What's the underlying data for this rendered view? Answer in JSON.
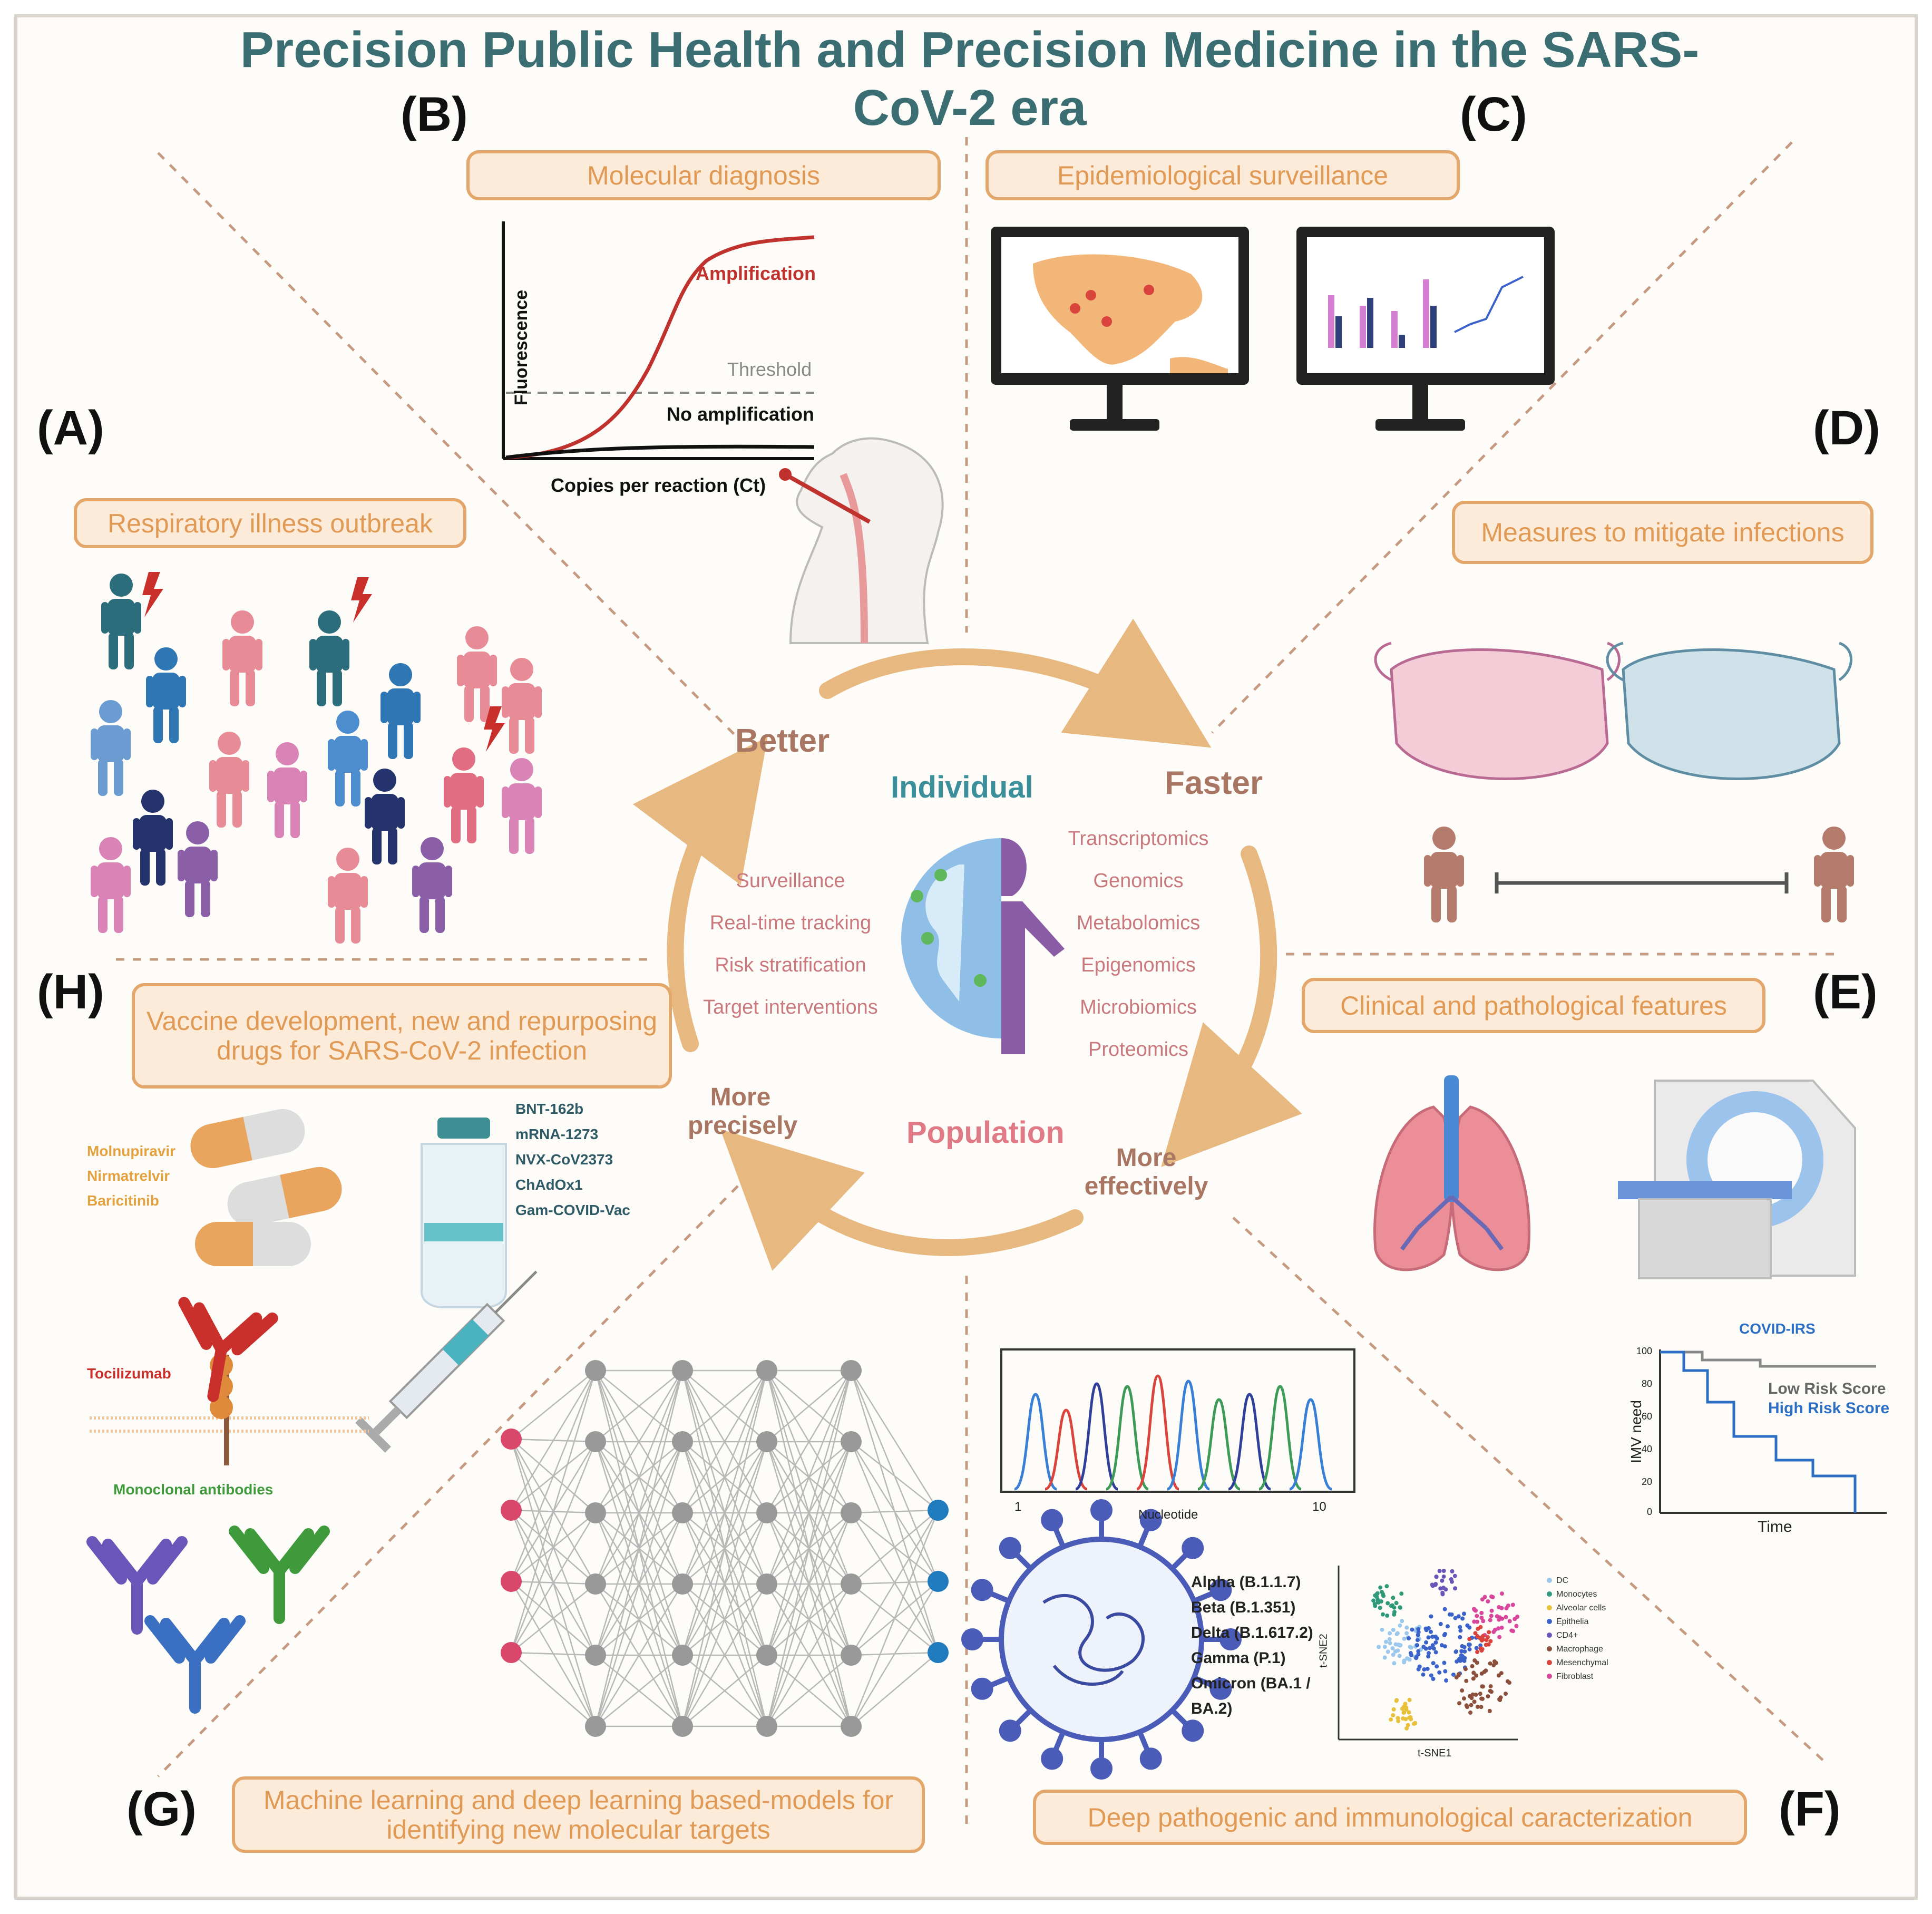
{
  "title": "Precision Public Health and Precision Medicine in the SARS-CoV-2 era",
  "panels": {
    "A": {
      "letter": "(A)",
      "box": "Respiratory illness outbreak"
    },
    "B": {
      "letter": "(B)",
      "box": "Molecular diagnosis"
    },
    "C": {
      "letter": "(C)",
      "box": "Epidemiological surveillance"
    },
    "D": {
      "letter": "(D)",
      "box": "Measures to mitigate infections"
    },
    "E": {
      "letter": "(E)",
      "box": "Clinical and pathological features"
    },
    "F": {
      "letter": "(F)",
      "box": "Deep pathogenic and immunological caracterization"
    },
    "G": {
      "letter": "(G)",
      "box": "Machine learning and deep learning based-models for identifying new molecular targets"
    },
    "H": {
      "letter": "(H)",
      "box": "Vaccine development, new and repurposing drugs for SARS-CoV-2 infection"
    }
  },
  "pcr": {
    "ylabel": "Fluorescence",
    "xlabel": "Copies per reaction (Ct)",
    "amplification": "Amplification",
    "threshold": "Threshold",
    "no_amplification": "No amplification"
  },
  "cycle": {
    "better": "Better",
    "faster": "Faster",
    "more_precisely": "More precisely",
    "more_effectively": "More effectively",
    "individual": "Individual",
    "population": "Population",
    "left_items": [
      "Surveillance",
      "Real-time tracking",
      "Risk stratification",
      "Target interventions"
    ],
    "right_items": [
      "Transcriptomics",
      "Genomics",
      "Metabolomics",
      "Epigenomics",
      "Microbiomics",
      "Proteomics"
    ]
  },
  "drugs": {
    "small_molecules": [
      "Molnupiravir",
      "Nirmatrelvir",
      "Baricitinib"
    ],
    "vaccines": [
      "BNT-162b",
      "mRNA-1273",
      "NVX-CoV2373",
      "ChAdOx1",
      "Gam-COVID-Vac"
    ],
    "tocilizumab": "Tocilizumab",
    "antibodies": "Monoclonal antibodies"
  },
  "sequencing": {
    "xlabel": "Nucleotide",
    "tick_min": "1",
    "tick_max": "10"
  },
  "variants": [
    "Alpha (B.1.1.7)",
    "Beta (B.1.351)",
    "Delta (B.1.617.2)",
    "Gamma (P.1)",
    "Omicron (BA.1 /",
    "BA.2)"
  ],
  "tsne": {
    "xlabel": "t-SNE1",
    "ylabel": "t-SNE2",
    "legend": [
      "DC",
      "Monocytes",
      "Alveolar cells",
      "Epithelia",
      "CD4+",
      "Macrophage",
      "Mesenchymal",
      "Fibroblast"
    ]
  },
  "km": {
    "title": "COVID-IRS",
    "ylabel": "IMV need",
    "xlabel": "Time",
    "low": "Low Risk Score",
    "high": "High Risk Score",
    "yticks": [
      "100",
      "80",
      "60",
      "40",
      "20",
      "0"
    ]
  },
  "colors": {
    "title": "#3a6e72",
    "box_border": "#e3a76b",
    "box_fill": "#fcebd9",
    "arrow": "#e7b87f"
  }
}
